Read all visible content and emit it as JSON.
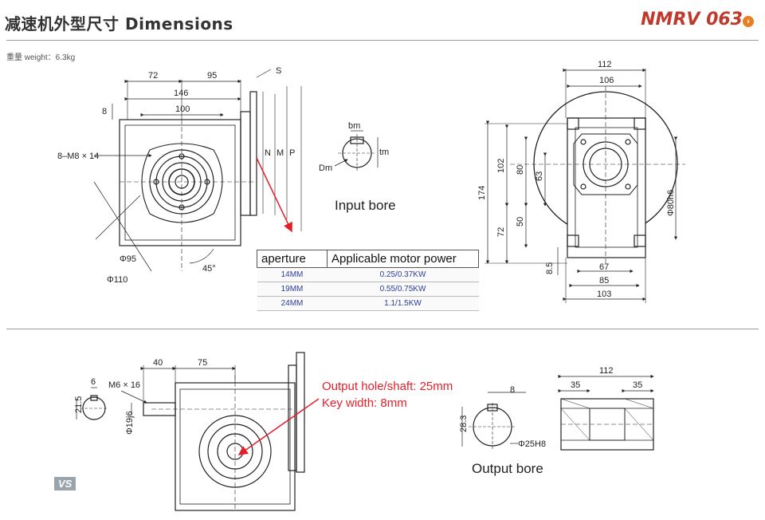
{
  "header": {
    "title": "减速机外型尺寸 Dimensions",
    "model": "NMRV 063",
    "weight": "重量 weight：6.3kg"
  },
  "labels": {
    "input_bore": "Input bore",
    "output_bore": "Output bore",
    "watermark": "VS"
  },
  "callout": {
    "line1": "Output hole/shaft: 25mm",
    "line2": "Key width: 8mm"
  },
  "motor_table": {
    "headers": [
      "aperture",
      "Applicable motor power"
    ],
    "rows": [
      [
        "14MM",
        "0.25/0.37KW"
      ],
      [
        "19MM",
        "0.55/0.75KW"
      ],
      [
        "24MM",
        "1.1/1.5KW"
      ]
    ]
  },
  "dims": {
    "d72": "72",
    "d95": "95",
    "d146": "146",
    "d100": "100",
    "d8": "8",
    "ds": "S",
    "dbolt": "8–M8 × 14",
    "dn": "N",
    "dm": "M",
    "dp": "P",
    "dphi95": "Φ95",
    "dphi110": "Φ110",
    "d45": "45°",
    "dbm": "bm",
    "dtm": "tm",
    "ddm": "Dm",
    "d112a": "112",
    "d106": "106",
    "d174": "174",
    "d102": "102",
    "d80": "80",
    "d63": "63",
    "d72b": "72",
    "d50": "50",
    "d85a": "8.5",
    "d67": "67",
    "d85": "85",
    "d103": "103",
    "dphi80": "Φ80h6",
    "d6": "6",
    "dm6": "M6 × 16",
    "d40": "40",
    "d75": "75",
    "d215": "21.5",
    "dphi19": "Φ19j6",
    "d8b": "8",
    "d283": "28.3",
    "dphi25": "Φ25H8",
    "d112b": "112",
    "d35a": "35",
    "d35b": "35"
  }
}
